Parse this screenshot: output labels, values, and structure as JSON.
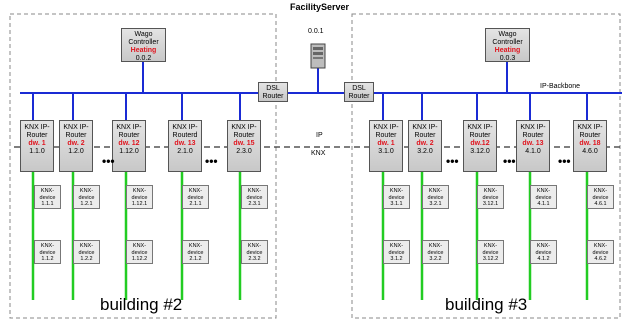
{
  "facility": {
    "name": "FacilityServer",
    "address": "0.0.1"
  },
  "backbone_label": "IP-Backbone",
  "ip_label": "IP",
  "knx_label": "KNX",
  "dsl_routers": [
    {
      "line1": "DSL",
      "line2": "Router"
    },
    {
      "line1": "DSL",
      "line2": "Router"
    }
  ],
  "buildings": [
    {
      "label": "building #2",
      "controller": {
        "line1": "Wago",
        "line2": "Controller",
        "role": "Heating",
        "address": "0.0.2"
      },
      "routers": [
        {
          "line1": "KNX IP-",
          "line2": "Router",
          "name": "dw. 1",
          "address": "1.1.0",
          "devices": [
            [
              "KNX-",
              "device",
              "1.1.1"
            ],
            [
              "KNX-",
              "device",
              "1.1.2"
            ]
          ]
        },
        {
          "line1": "KNX IP-",
          "line2": "Router",
          "name": "dw. 2",
          "address": "1.2.0",
          "devices": [
            [
              "KNX-",
              "device",
              "1.2.1"
            ],
            [
              "KNX-",
              "device",
              "1.2.2"
            ]
          ]
        },
        {
          "line1": "KNX IP-",
          "line2": "Router",
          "name": "dw. 12",
          "address": "1.12.0",
          "devices": [
            [
              "KNX-",
              "device",
              "1.12.1"
            ],
            [
              "KNX-",
              "device",
              "1.12.2"
            ]
          ]
        },
        {
          "line1": "KNX IP-",
          "line2": "Routerd",
          "name": "dw. 13",
          "address": "2.1.0",
          "devices": [
            [
              "KNX-",
              "device",
              "2.1.1"
            ],
            [
              "KNX-",
              "device",
              "2.1.2"
            ]
          ]
        },
        {
          "line1": "KNX IP-",
          "line2": "Router",
          "name": "dw. 15",
          "address": "2.3.0",
          "devices": [
            [
              "KNX-",
              "device",
              "2.3.1"
            ],
            [
              "KNX-",
              "device",
              "2.3.2"
            ]
          ]
        }
      ]
    },
    {
      "label": "building #3",
      "controller": {
        "line1": "Wago",
        "line2": "Controller",
        "role": "Heating",
        "address": "0.0.3"
      },
      "routers": [
        {
          "line1": "KNX IP-",
          "line2": "Router",
          "name": "dw. 1",
          "address": "3.1.0",
          "devices": [
            [
              "KNX-",
              "device",
              "3.1.1"
            ],
            [
              "KNX-",
              "device",
              "3.1.2"
            ]
          ]
        },
        {
          "line1": "KNX IP-",
          "line2": "Router",
          "name": "dw. 2",
          "address": "3.2.0",
          "devices": [
            [
              "KNX-",
              "device",
              "3.2.1"
            ],
            [
              "KNX-",
              "device",
              "3.2.2"
            ]
          ]
        },
        {
          "line1": "KNX IP-",
          "line2": "Router",
          "name": "dw.12",
          "address": "3.12.0",
          "devices": [
            [
              "KNX-",
              "device",
              "3.12.1"
            ],
            [
              "KNX-",
              "device",
              "3.12.2"
            ]
          ]
        },
        {
          "line1": "KNX IP-",
          "line2": "Router",
          "name": "dw. 13",
          "address": "4.1.0",
          "devices": [
            [
              "KNX-",
              "device",
              "4.1.1"
            ],
            [
              "KNX-",
              "device",
              "4.1.2"
            ]
          ]
        },
        {
          "line1": "KNX IP-",
          "line2": "Router",
          "name": "dw. 18",
          "address": "4.6.0",
          "devices": [
            [
              "KNX-",
              "device",
              "4.6.1"
            ],
            [
              "KNX-",
              "device",
              "4.6.2"
            ]
          ]
        }
      ]
    }
  ]
}
